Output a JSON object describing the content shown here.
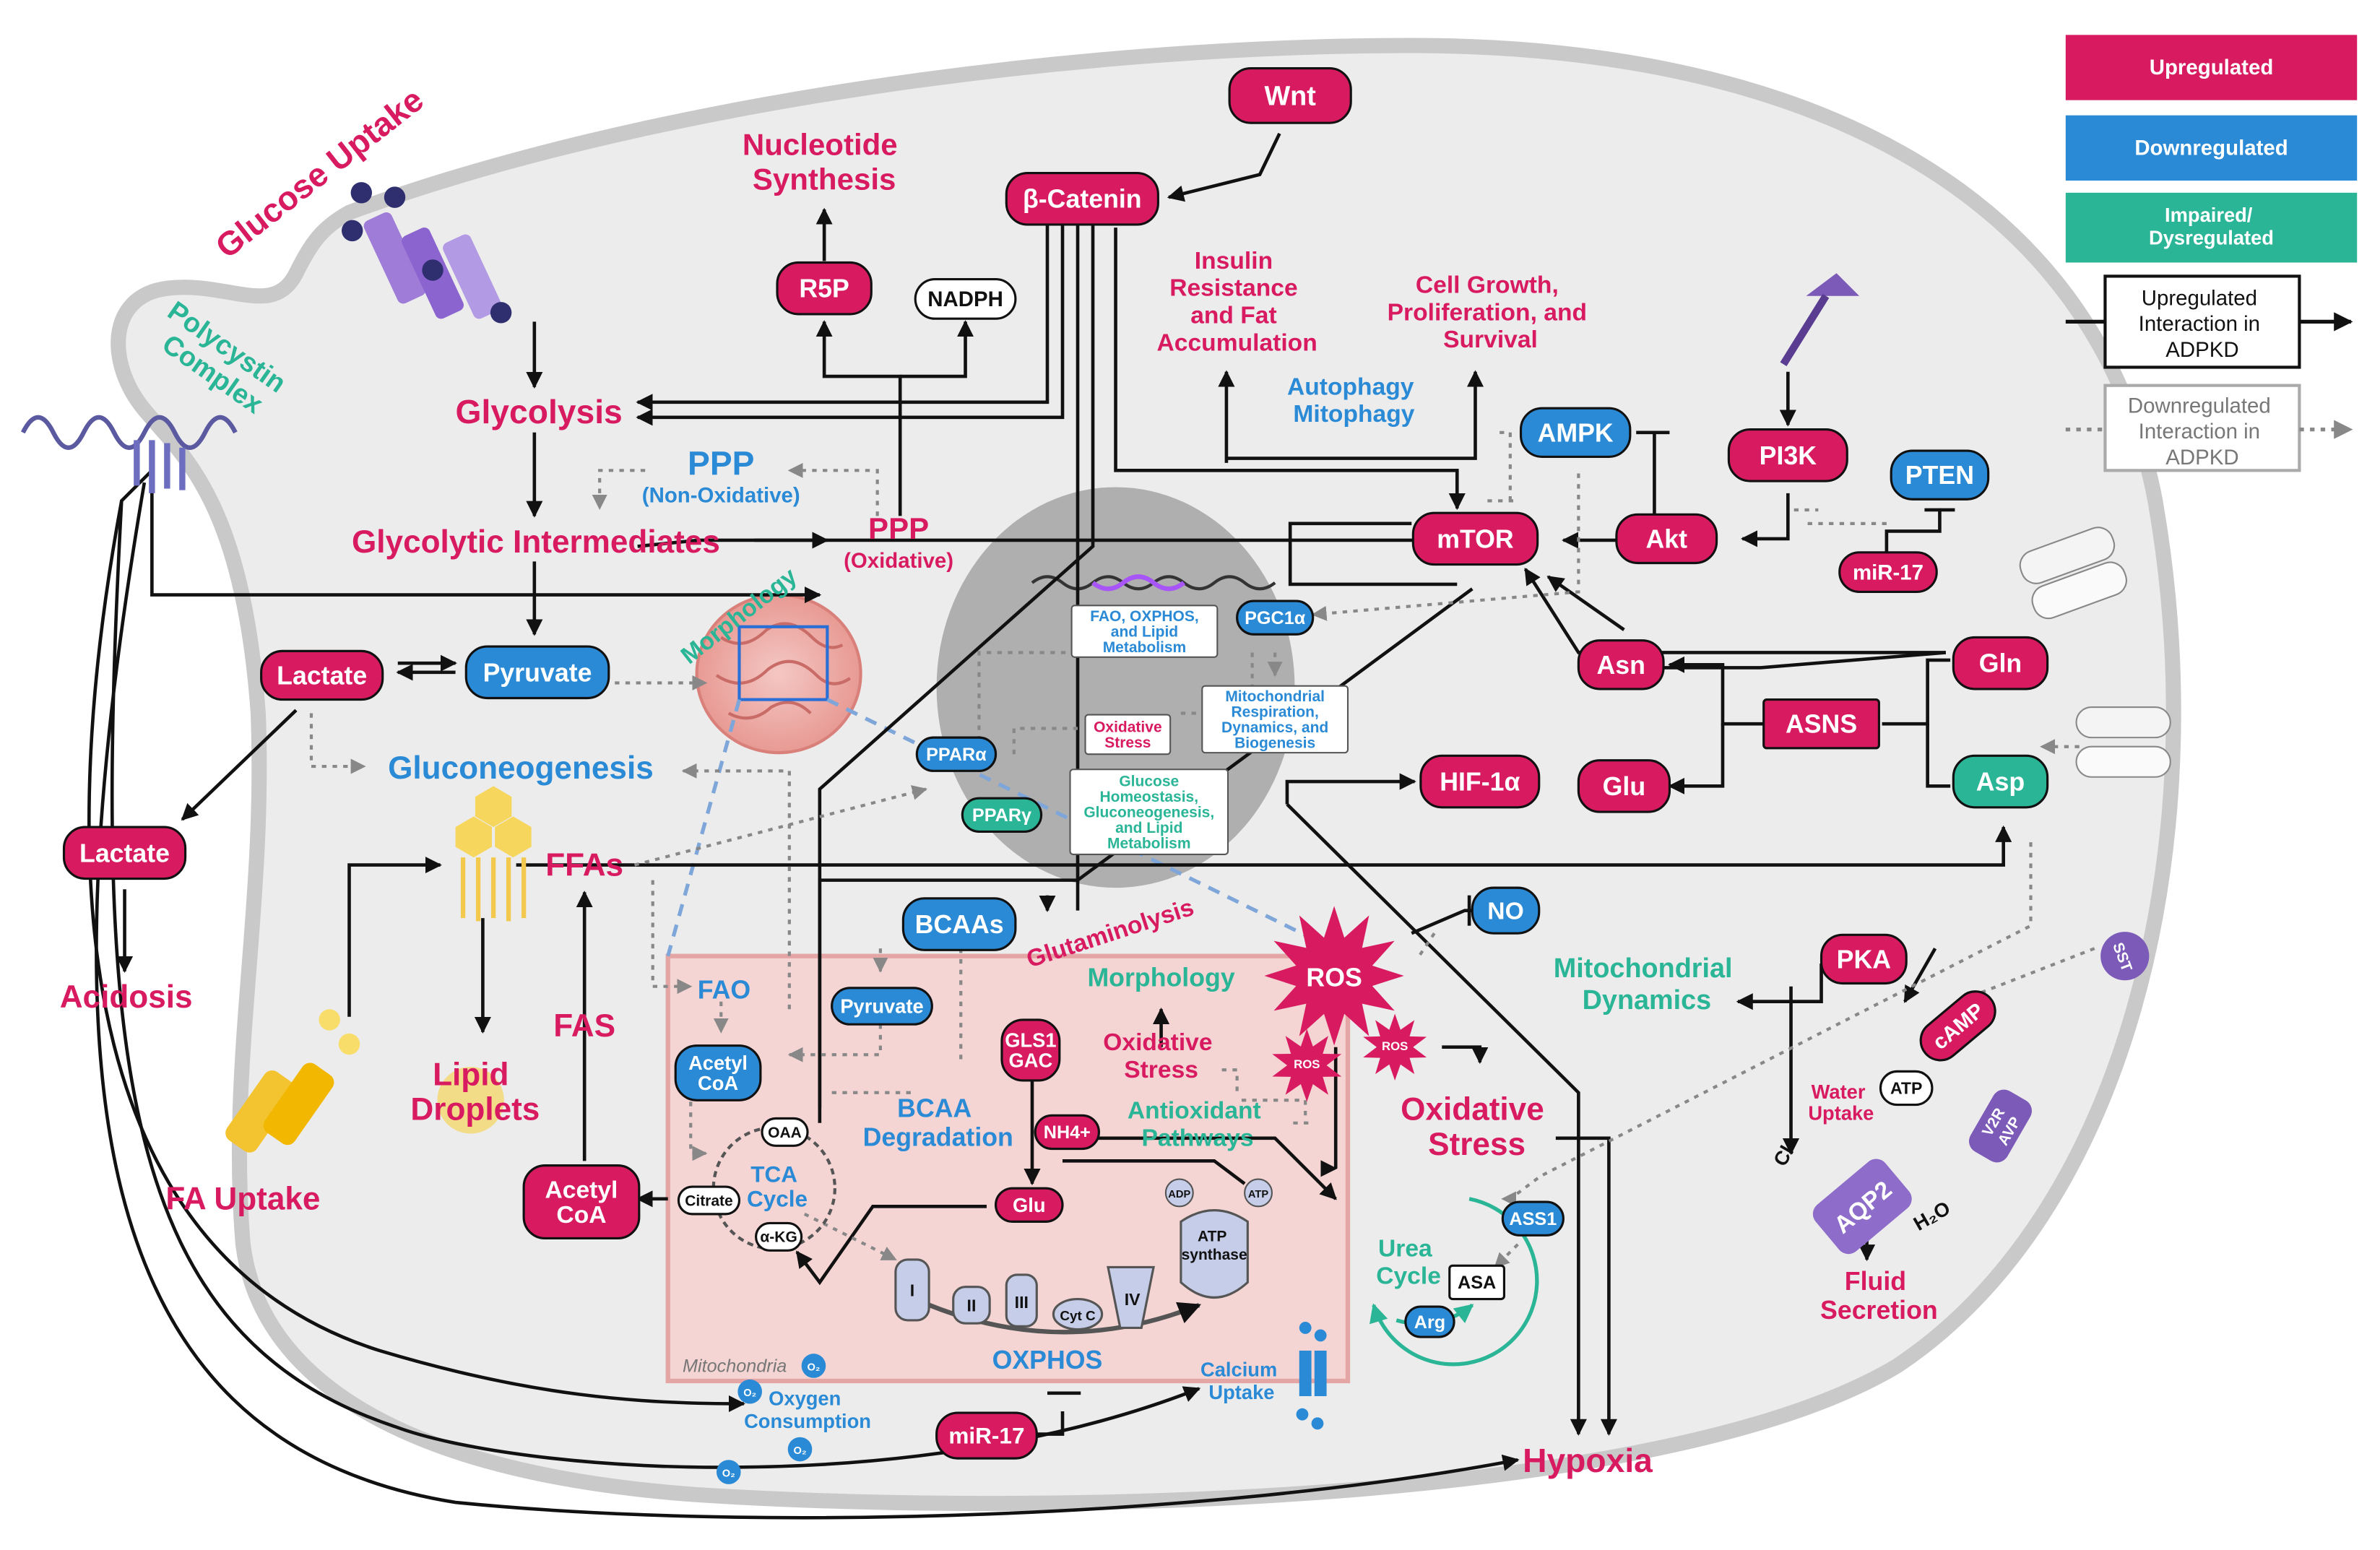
{
  "legend": {
    "upregulated": "Upregulated",
    "downregulated": "Downregulated",
    "impaired": [
      "Impaired/",
      "Dysregulated"
    ],
    "up_interaction": [
      "Upregulated",
      "Interaction in",
      "ADPKD"
    ],
    "down_interaction": [
      "Downregulated",
      "Interaction in",
      "ADPKD"
    ],
    "colors": {
      "up": "#d81b60",
      "down": "#2a8ad6",
      "impaired": "#2bb597"
    }
  },
  "labels": {
    "glucose_uptake": "Glucose Uptake",
    "polycystin": [
      "Polycystin",
      "Complex"
    ],
    "nucleotide": [
      "Nucleotide",
      "Synthesis"
    ],
    "r5p": "R5P",
    "nadph": "NADPH",
    "wnt": "Wnt",
    "bcatenin": "β-Catenin",
    "insulin": [
      "Insulin",
      "Resistance",
      "and Fat",
      "Accumulation"
    ],
    "cellgrowth": [
      "Cell Growth,",
      "Proliferation, and",
      "Survival"
    ],
    "autophagy": [
      "Autophagy",
      "Mitophagy"
    ],
    "ampk": "AMPK",
    "pi3k": "PI3K",
    "pten": "PTEN",
    "akt": "Akt",
    "mtor": "mTOR",
    "mir17a": "miR-17",
    "glycolysis": "Glycolysis",
    "ppp_nonox": "PPP",
    "ppp_nonox_sub": "(Non-Oxidative)",
    "ppp_ox": "PPP",
    "ppp_ox_sub": "(Oxidative)",
    "glyc_int": "Glycolytic Intermediates",
    "morphology_mito": "Morphology",
    "lactate1": "Lactate",
    "pyruvate": "Pyruvate",
    "gluconeogenesis": "Gluconeogenesis",
    "lactate2": "Lactate",
    "acidosis": "Acidosis",
    "ffas": "FFAs",
    "fas": "FAS",
    "lipid": [
      "Lipid",
      "Droplets"
    ],
    "fa_uptake": "FA Uptake",
    "acetylcoa_big": [
      "Acetyl",
      "CoA"
    ],
    "nucleus_boxes": {
      "fao": [
        "FAO, OXPHOS,",
        "and Lipid",
        "Metabolism"
      ],
      "pgc1a": "PGC1α",
      "oxstress": [
        "Oxidative",
        "Stress"
      ],
      "mitoresp": [
        "Mitochondrial",
        "Respiration,",
        "Dynamics, and",
        "Biogenesis"
      ],
      "ppara": "PPARα",
      "pparg": "PPARγ",
      "glucose_homeo": [
        "Glucose",
        "Homeostasis,",
        "Gluconeogenesis,",
        "and Lipid",
        "Metabolism"
      ]
    },
    "asn": "Asn",
    "asns": "ASNS",
    "gln": "Gln",
    "glu_right": "Glu",
    "asp": "Asp",
    "hif": "HIF-1α",
    "no": "NO",
    "ros_big": "ROS",
    "ros_small": "ROS",
    "mito_dynamics": [
      "Mitochondrial",
      "Dynamics"
    ],
    "pka": "PKA",
    "camp": "cAMP",
    "atp_right": "ATP",
    "water_uptake": [
      "Water",
      "Uptake"
    ],
    "cl": "Cl-",
    "h2o": "H₂O",
    "aqp2": "AQP2",
    "v2r": "V2R",
    "avp": "AVP",
    "sst": "SST",
    "fluid": [
      "Fluid",
      "Secretion"
    ],
    "oxstress_right": [
      "Oxidative",
      "Stress"
    ],
    "ass1": "ASS1",
    "urea": [
      "Urea",
      "Cycle"
    ],
    "asa": "ASA",
    "arg": "Arg",
    "hypoxia": "Hypoxia",
    "glutaminolysis": "Glutaminolysis",
    "bcaas": "BCAAs",
    "mito": {
      "fao": "FAO",
      "pyruvate": "Pyruvate",
      "acetylcoa": [
        "Acetyl",
        "CoA"
      ],
      "bcaa_deg": [
        "BCAA",
        "Degradation"
      ],
      "oaa": "OAA",
      "tca": [
        "TCA",
        "Cycle"
      ],
      "citrate": "Citrate",
      "akg": "α-KG",
      "gls1": [
        "GLS1",
        "GAC"
      ],
      "nh4": "NH4+",
      "glu": "Glu",
      "morphology": "Morphology",
      "oxstress": [
        "Oxidative",
        "Stress"
      ],
      "antiox": [
        "Antioxidant",
        "Pathways"
      ],
      "adp": "ADP",
      "atp": "ATP",
      "atp_synthase": [
        "ATP",
        "synthase"
      ],
      "complexes": [
        "I",
        "II",
        "III",
        "Cyt C",
        "IV"
      ],
      "oxphos": "OXPHOS",
      "mitochondria": "Mitochondria",
      "o2": "O₂"
    },
    "oxygen": [
      "Oxygen",
      "Consumption"
    ],
    "mir17b": "miR-17",
    "calcium": [
      "Calcium",
      "Uptake"
    ]
  }
}
